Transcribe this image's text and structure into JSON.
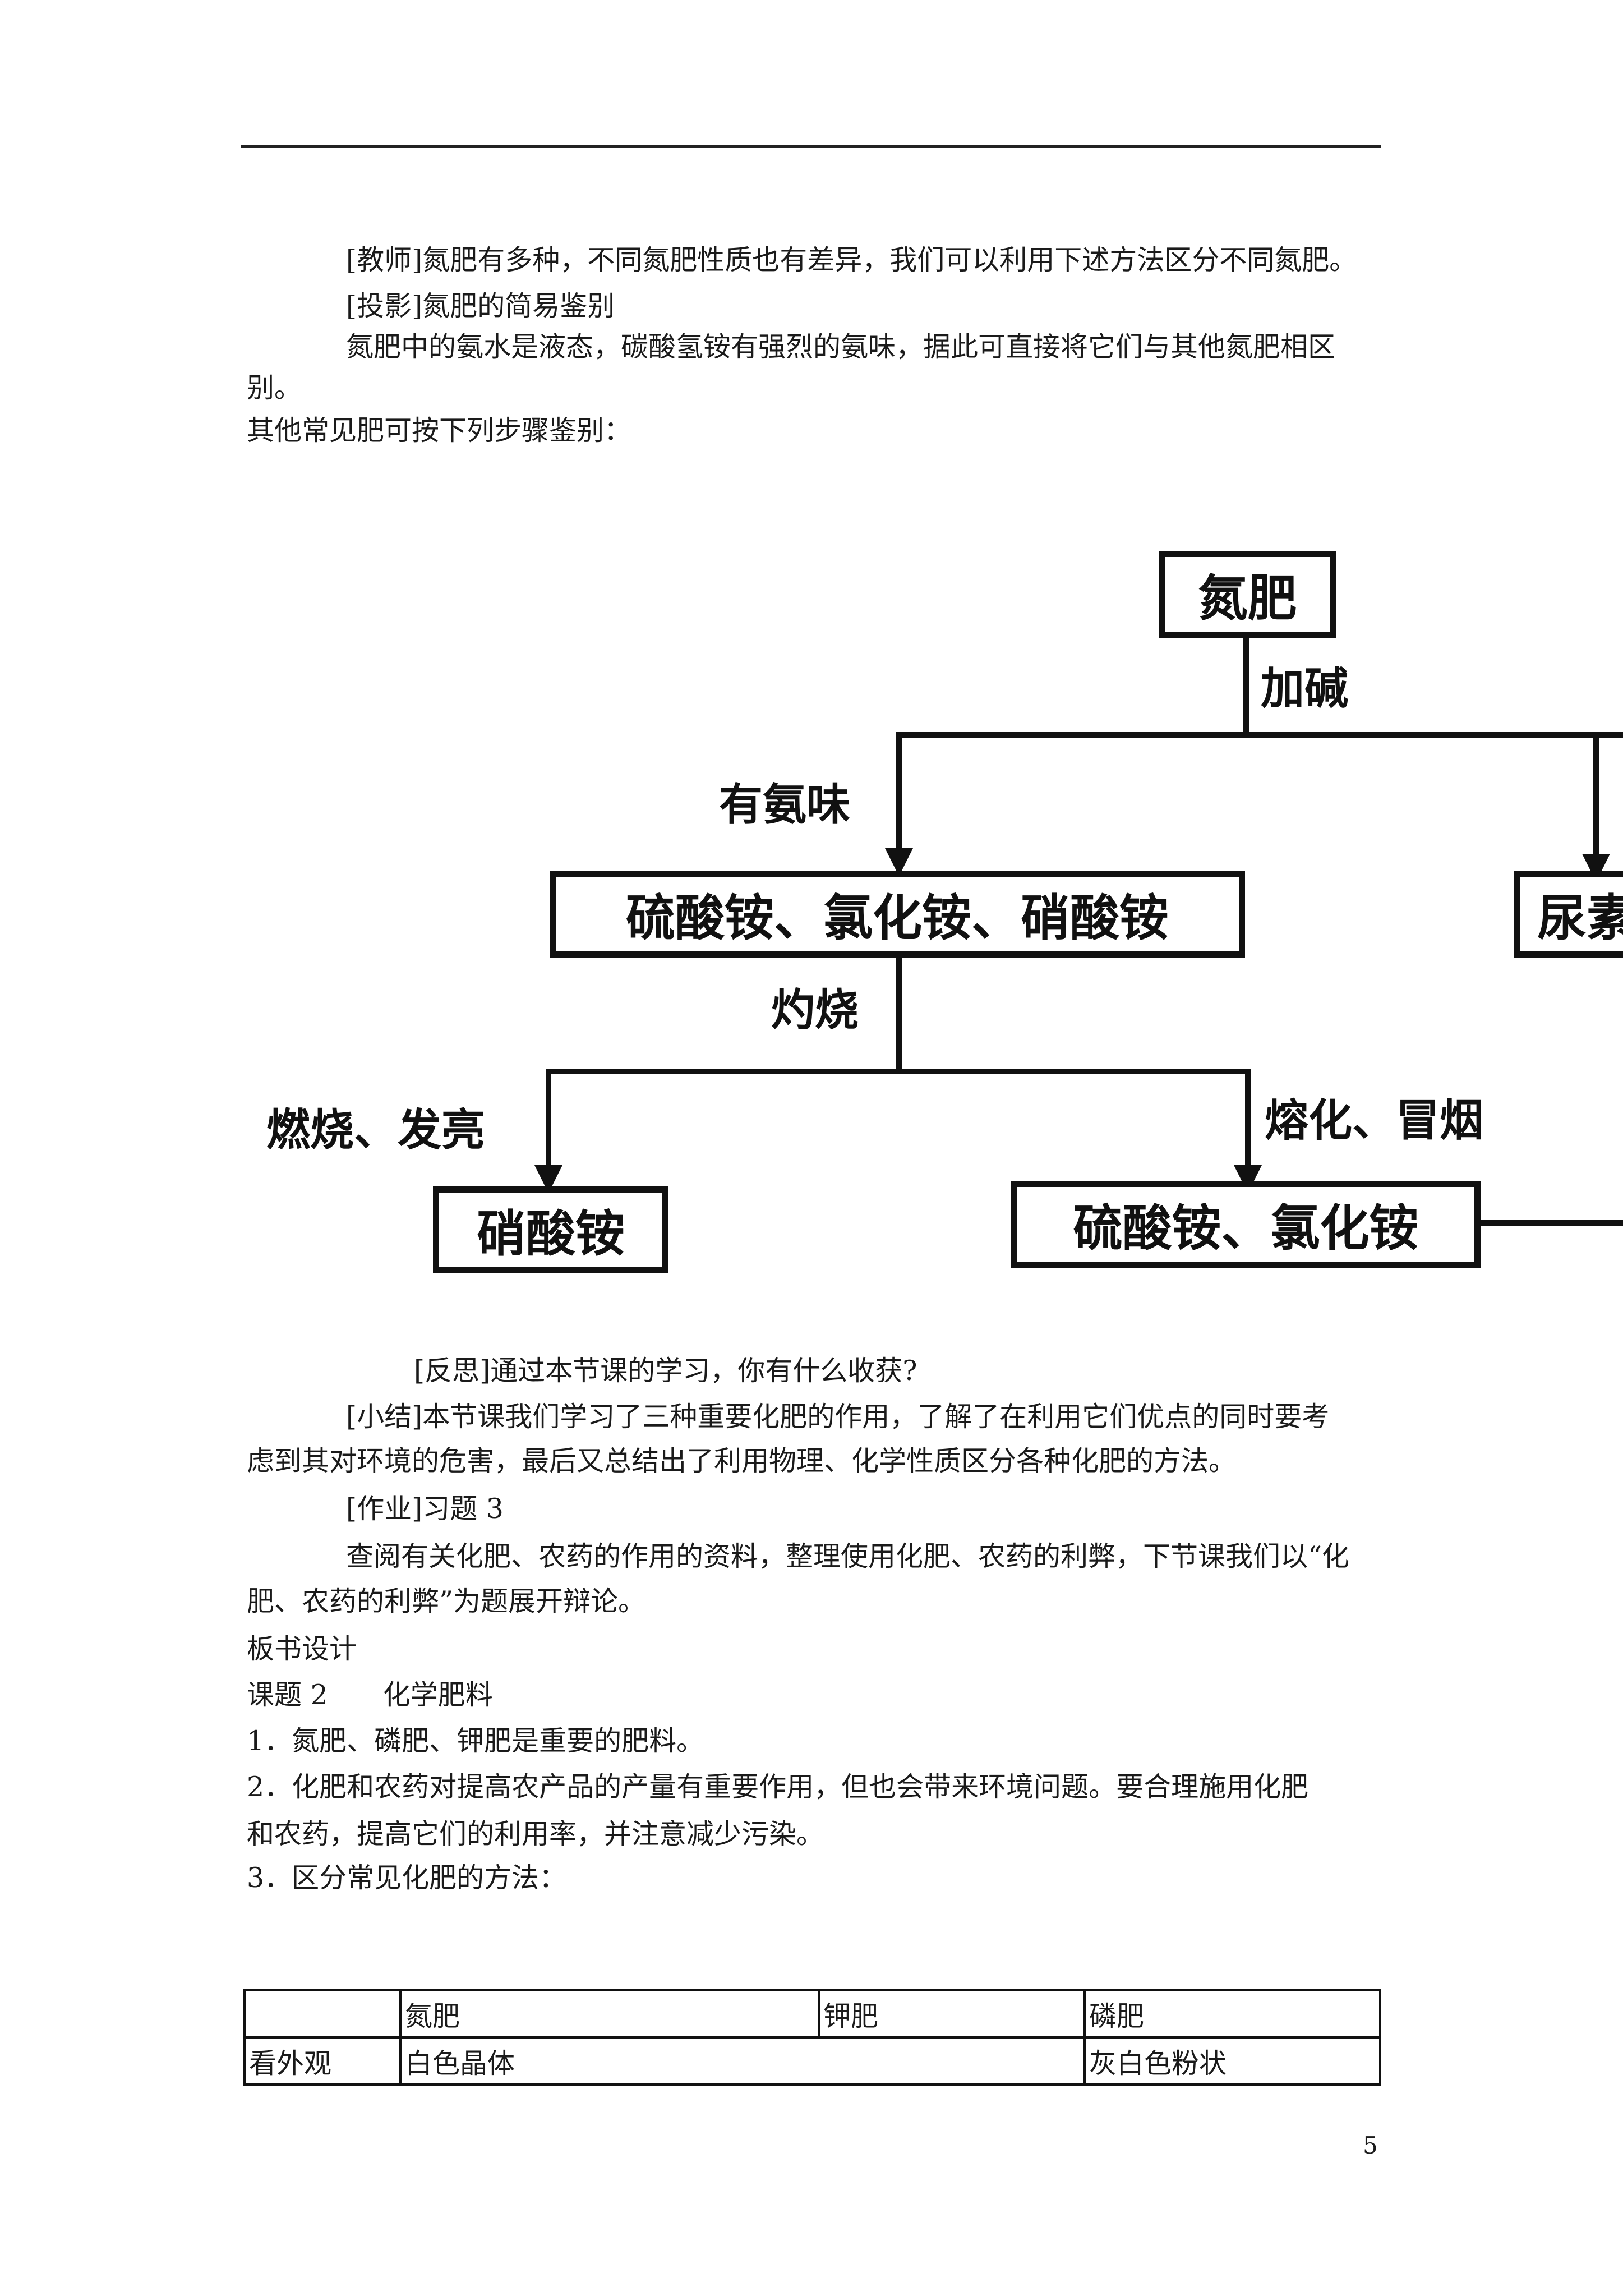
{
  "paragraphs_top": [
    "[教师]氮肥有多种，不同氮肥性质也有差异，我们可以利用下述方法区分不同氮肥。",
    "[投影]氮肥的简易鉴别",
    "氮肥中的氨水是液态，碳酸氢铵有强烈的氨味，据此可直接将它们与其他氮肥相区",
    "别。",
    "其他常见肥可按下列步骤鉴别："
  ],
  "flow": {
    "root": "氮肥",
    "step1": "加碱",
    "branch_left": "有氨味",
    "node_ammonium": "硫酸铵、氯化铵、硝酸铵",
    "node_urea": "尿素",
    "step2": "灼烧",
    "branch_burn": "燃烧、发亮",
    "branch_melt": "熔化、冒烟",
    "node_nitrate": "硝酸铵",
    "node_sulfate_chloride": "硫酸铵、氯化铵"
  },
  "paragraphs_bottom": [
    "[反思]通过本节课的学习，你有什么收获?",
    "[小结]本节课我们学习了三种重要化肥的作用，了解了在利用它们优点的同时要考",
    "虑到其对环境的危害，最后又总结出了利用物理、化学性质区分各种化肥的方法。",
    "[作业]习题 3",
    "查阅有关化肥、农药的作用的资料，整理使用化肥、农药的利弊，下节课我们以“化",
    "肥、农药的利弊”为题展开辩论。",
    "板书设计",
    "课题 2　　化学肥料",
    "1．氮肥、磷肥、钾肥是重要的肥料。",
    "2．化肥和农药对提高农产品的产量有重要作用，但也会带来环境问题。要合理施用化肥",
    "和农药，提高它们的利用率，并注意减少污染。",
    "3．区分常见化肥的方法："
  ],
  "table": {
    "headers": [
      "",
      "氮肥",
      "钾肥",
      "磷肥"
    ],
    "row1": {
      "label": "看外观",
      "shared": "白色晶体",
      "phosphate": "灰白色粉状"
    }
  },
  "page_number": "5"
}
